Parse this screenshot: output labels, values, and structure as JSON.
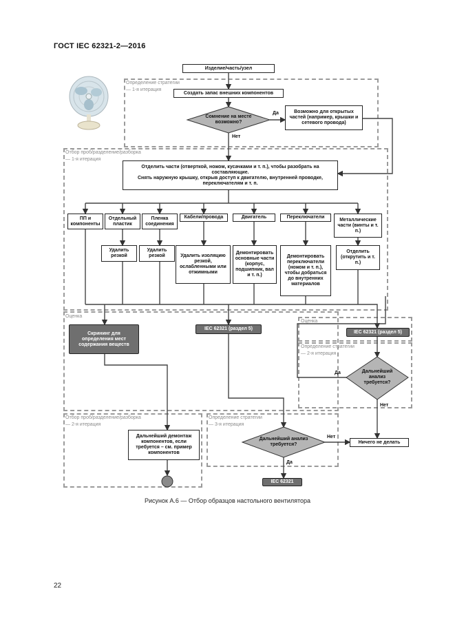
{
  "header": {
    "standard": "ГОСТ IEC 62321-2—2016"
  },
  "zones": {
    "define1": {
      "title": "Определение стратегии",
      "sub": "— 1-я итерация"
    },
    "prep1": {
      "title": "Отбор проб/разделение/разборка",
      "sub": "— 1-я итерация"
    },
    "assess_left": {
      "title": "Оценка"
    },
    "assess_right": {
      "title": "Оценка"
    },
    "define2": {
      "title": "Определение стратегии",
      "sub": "— 2-я итерация"
    },
    "prep2": {
      "title": "Отбор проб/разделение/разборка",
      "sub": "— 2-я итерация"
    },
    "define3": {
      "title": "Определение стратегии",
      "sub": "— 3-я итерация"
    }
  },
  "nodes": {
    "start": "Изделие/часть/узел",
    "inventory": "Создать запас внешних компонентов",
    "decision_access": "Сомнение на месте возможно?",
    "external_parts": "Возможно для открытых частей (например, крышки и сетевого провода)",
    "separate": "Отделить части (отверткой, ножом, кусачками и т. п.), чтобы разобрать на составляющие.",
    "remove_cover": "Снять наружную крышку, открыв доступ к двигателю, внутренней проводке, переключателям и т. п.",
    "cat_pcb": "ПП и компоненты",
    "cat_plastic": "Отдельный пластик",
    "cat_film": "Пленка соединения",
    "cat_cable": "Кабели/провода",
    "cat_motor": "Двигатель",
    "cat_switch": "Переключатели",
    "cat_metal": "Металлические части (винты и т. п.)",
    "act_plastic": "Удалить резкой",
    "act_film": "Удалить резкой",
    "act_cable": "Удалить изоляцию резкой, ослабленными или отжимными",
    "act_motor": "Демонтировать основные части (корпус, подшипник, вал и т. п.)",
    "act_switch": "Демонтировать переключатели (ножом и т. п.), чтобы добраться до внутренних материалов",
    "act_metal": "Отделить (открутить и т. п.)",
    "screen_left": "Скрининг для определения мест содержания веществ",
    "iec_left": "IEC 62321 (раздел 5)",
    "iec_right": "IEC 62321 (раздел 5)",
    "decision_further2": "Дальнейший анализ требуется?",
    "further_disassembly": "Дальнейший демонтаж компонентов, если требуется – см. пример компонентов",
    "decision_further3": "Дальнейший анализ требуется?",
    "iec_bottom": "IEC 62321",
    "nothing": "Ничего не делать"
  },
  "labels": {
    "yes": "Да",
    "no": "Нет"
  },
  "caption": "Рисунок А.6 — Отбор образцов настольного вентилятора",
  "page_number": "22",
  "colors": {
    "decision_fill": "#b5b5b5",
    "grey_box": "#6f6f6f",
    "zone_border": "#9a9a9a"
  },
  "images": {
    "photo": "desk-fan-photo"
  }
}
